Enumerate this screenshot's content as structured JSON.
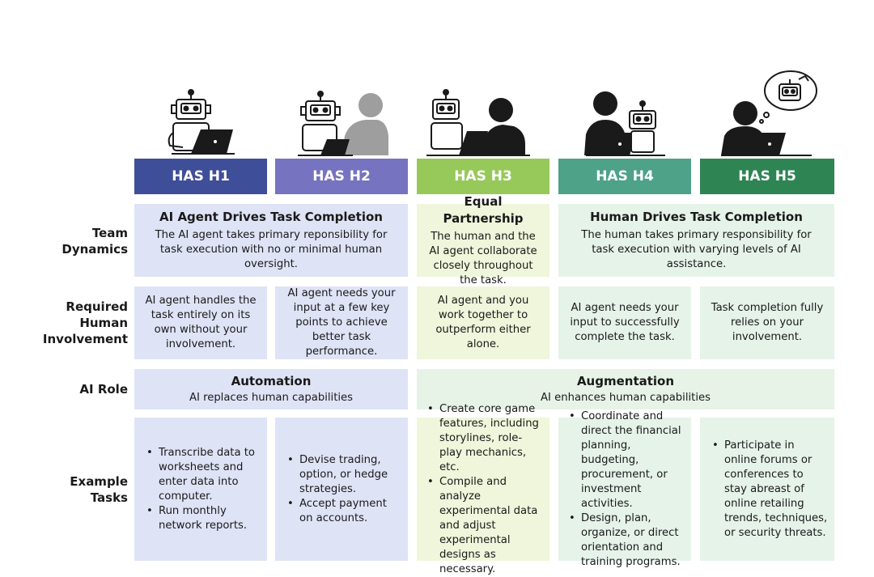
{
  "headers": [
    {
      "label": "HAS H1",
      "color": "#3f4e98"
    },
    {
      "label": "HAS H2",
      "color": "#7673c0"
    },
    {
      "label": "HAS H3",
      "color": "#96c95a"
    },
    {
      "label": "HAS H4",
      "color": "#4ea287"
    },
    {
      "label": "HAS H5",
      "color": "#2e8553"
    }
  ],
  "row_labels": {
    "team_dynamics": "Team Dynamics",
    "human_involvement": "Required Human Involvement",
    "ai_role": "AI Role",
    "example_tasks": "Example Tasks"
  },
  "team_dynamics": [
    {
      "title": "AI Agent Drives Task Completion",
      "text": "The AI agent takes primary reponsibility for task execution with no or minimal human oversight."
    },
    {
      "title": "Equal Partnership",
      "text": "The human and the AI agent collaborate closely throughout the task."
    },
    {
      "title": "Human Drives Task Completion",
      "text": "The human takes primary responsibility for task execution with varying levels of AI assistance."
    }
  ],
  "human_involvement": [
    "AI agent handles the task entirely on its own without your involvement.",
    "AI agent needs your input at a few key points to achieve better task performance.",
    "AI agent and you work together to outperform either alone.",
    "AI agent needs your input to successfully complete the task.",
    "Task completion fully relies on your involvement."
  ],
  "ai_role": [
    {
      "title": "Automation",
      "text": "AI replaces human capabilities"
    },
    {
      "title": "Augmentation",
      "text": "AI enhances human capabilities"
    }
  ],
  "example_tasks": [
    [
      "Transcribe data to worksheets and enter data into computer.",
      "Run monthly network reports."
    ],
    [
      "Devise trading, option, or hedge strategies.",
      "Accept payment on accounts."
    ],
    [
      "Create core game features, including storylines, role-play mechanics, etc.",
      "Compile and analyze experimental data and adjust experimental designs as necessary."
    ],
    [
      "Coordinate and direct the financial planning, budgeting, procurement, or investment activities.",
      "Design, plan, organize, or direct orientation and training programs."
    ],
    [
      "Participate in online forums or conferences to stay abreast of online retailing trends, techniques, or security threats."
    ]
  ],
  "illustrations": [
    "robot-with-laptop",
    "robot-with-human",
    "robot-and-human-partners",
    "human-and-robot-assistant",
    "human-thinking-of-robot"
  ]
}
